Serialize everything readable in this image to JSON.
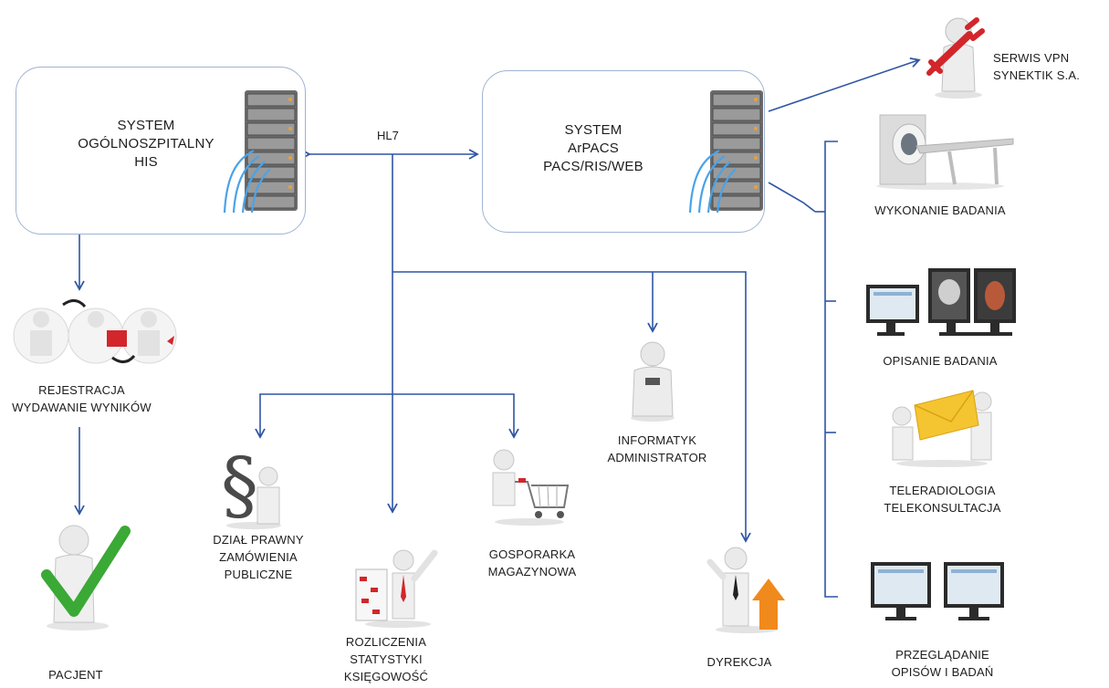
{
  "his": {
    "lines": [
      "SYSTEM",
      "OGÓLNOSZPITALNY",
      "HIS"
    ]
  },
  "arpacs": {
    "lines": [
      "SYSTEM",
      "ArPACS",
      "PACS/RIS/WEB"
    ]
  },
  "protocol": "HL7",
  "nodes": {
    "serwis": [
      "SERWIS VPN",
      "SYNEKTIK S.A."
    ],
    "rejestracja": [
      "REJESTRACJA",
      "WYDAWANIE WYNIKÓW"
    ],
    "pacjent": [
      "PACJENT"
    ],
    "prawny": [
      "DZIAŁ PRAWNY",
      "ZAMÓWIENIA",
      "PUBLICZNE"
    ],
    "rozliczenia": [
      "ROZLICZENIA",
      "STATYSTYKI",
      "KSIĘGOWOŚĆ"
    ],
    "gospodarka": [
      "GOSPORARKA",
      "MAGAZYNOWA"
    ],
    "informatyk": [
      "INFORMATYK",
      "ADMINISTRATOR"
    ],
    "dyrekcja": [
      "DYREKCJA"
    ],
    "wykonanie": [
      "WYKONANIE BADANIA"
    ],
    "opisanie": [
      "OPISANIE BADANIA"
    ],
    "teleradiologia": [
      "TELERADIOLOGIA",
      "TELEKONSULTACJA"
    ],
    "przegladanie": [
      "PRZEGLĄDANIE",
      "OPISÓW I BADAŃ"
    ]
  },
  "colors": {
    "connector": "#2f55a4",
    "box_border": "#9fb3d4",
    "accent_red": "#d2262b",
    "accent_green": "#3aa935",
    "accent_orange": "#f08a1c",
    "envelope": "#f5c431"
  },
  "icons": [
    "server-rack-icon",
    "wrench-person-icon",
    "call-center-people-icon",
    "checkmark-person-icon",
    "paragraph-person-icon",
    "abacus-person-icon",
    "shopping-cart-person-icon",
    "admin-person-icon",
    "director-arrow-icon",
    "ct-scanner-icon",
    "monitors-icon",
    "envelope-carriers-icon",
    "two-monitors-icon"
  ]
}
